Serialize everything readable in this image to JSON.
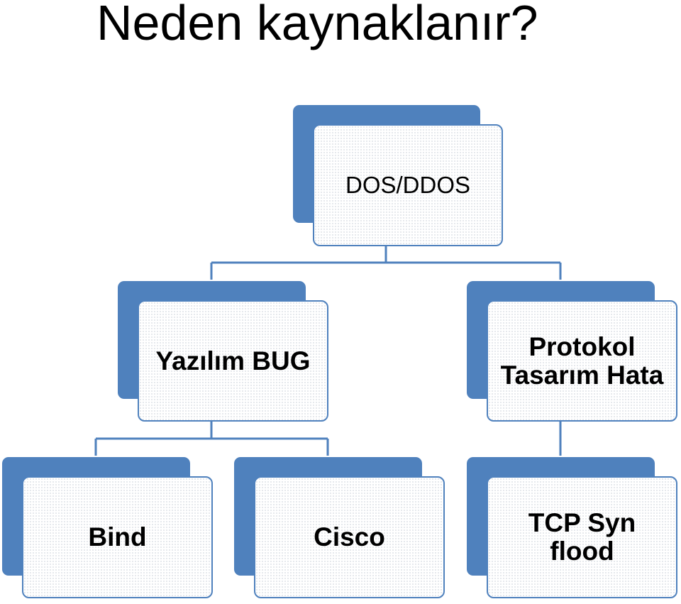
{
  "title": "Neden kaynaklanır?",
  "colors": {
    "accent": "#4f81bd",
    "connector": "#4f81bd"
  },
  "nodes": {
    "root": {
      "label": "DOS/DDOS"
    },
    "yazilim": {
      "label": "Yazılım BUG"
    },
    "protokol": {
      "label": "Protokol\nTasarım Hata"
    },
    "bind": {
      "label": "Bind"
    },
    "cisco": {
      "label": "Cisco"
    },
    "tcp": {
      "label": "TCP Syn\nflood"
    }
  }
}
